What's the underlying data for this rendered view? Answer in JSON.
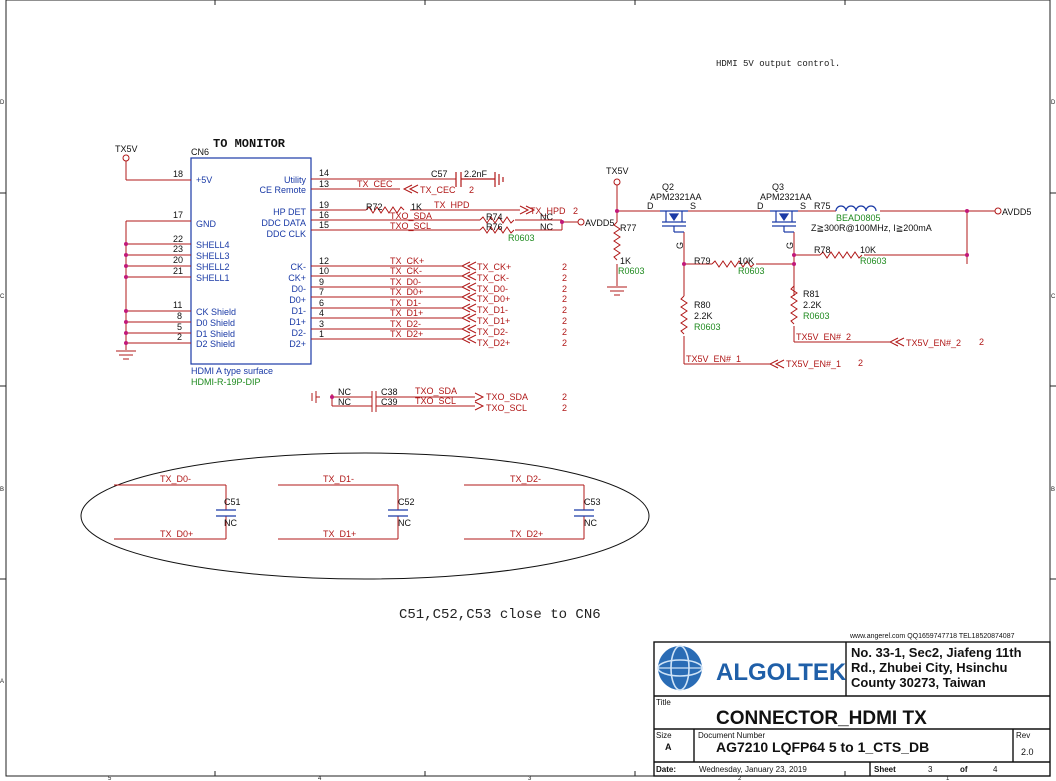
{
  "notes": {
    "power_control": "HDMI 5V output control.",
    "caps_placement": "C51,C52,C53 close to CN6"
  },
  "border": {
    "numbers": [
      "5",
      "4",
      "3",
      "2",
      "1"
    ],
    "letters": [
      "D",
      "C",
      "B",
      "A"
    ]
  },
  "power": {
    "tx5v_left": "TX5V",
    "tx5v_right": "TX5V",
    "avdd5_mid": "AVDD5",
    "avdd5_out": "AVDD5"
  },
  "connector": {
    "title": "TO MONITOR",
    "ref": "CN6",
    "surface": "HDMI A type surface",
    "part": "HDMI-R-19P-DIP",
    "left_pins": [
      {
        "num": "18",
        "label": "+5V"
      },
      {
        "num": "17",
        "label": "GND"
      },
      {
        "num": "22",
        "label": "SHELL4"
      },
      {
        "num": "23",
        "label": "SHELL3"
      },
      {
        "num": "20",
        "label": "SHELL2"
      },
      {
        "num": "21",
        "label": "SHELL1"
      },
      {
        "num": "11",
        "label": "CK Shield"
      },
      {
        "num": "8",
        "label": "D0 Shield"
      },
      {
        "num": "5",
        "label": "D1 Shield"
      },
      {
        "num": "2",
        "label": "D2 Shield"
      }
    ],
    "right_pins": [
      {
        "num": "14",
        "label": "Utility"
      },
      {
        "num": "13",
        "label": "CE Remote"
      },
      {
        "num": "19",
        "label": "HP DET"
      },
      {
        "num": "16",
        "label": "DDC DATA"
      },
      {
        "num": "15",
        "label": "DDC CLK"
      },
      {
        "num": "12",
        "label": "CK-"
      },
      {
        "num": "10",
        "label": "CK+"
      },
      {
        "num": "9",
        "label": "D0-"
      },
      {
        "num": "7",
        "label": "D0+"
      },
      {
        "num": "6",
        "label": "D1-"
      },
      {
        "num": "4",
        "label": "D1+"
      },
      {
        "num": "3",
        "label": "D2-"
      },
      {
        "num": "1",
        "label": "D2+"
      }
    ]
  },
  "nets": {
    "tx_cec": "TX_CEC",
    "tx_hpd": "TX_HPD",
    "txo_sda": "TXO_SDA",
    "txo_scl": "TXO_SCL",
    "diff": [
      "TX_CK+",
      "TX_CK-",
      "TX_D0-",
      "TX_D0+",
      "TX_D1-",
      "TX_D1+",
      "TX_D2-",
      "TX_D2+"
    ],
    "sheet_ref": "2"
  },
  "components": {
    "c57": {
      "ref": "C57",
      "value": "2.2nF"
    },
    "r72": {
      "ref": "R72",
      "value": "1K"
    },
    "r74": {
      "ref": "R74",
      "value": "NC"
    },
    "r76": {
      "ref": "R76",
      "value": "NC",
      "footprint": "R0603"
    },
    "r77": {
      "ref": "R77",
      "value": "1K",
      "footprint": "R0603"
    },
    "q2": {
      "ref": "Q2",
      "part": "APM2321AA"
    },
    "q3": {
      "ref": "Q3",
      "part": "APM2321AA"
    },
    "fet_pins": {
      "d": "D",
      "s": "S",
      "g": "G"
    },
    "r75": {
      "ref": "R75",
      "part": "BEAD0805",
      "spec": "Z≧300R@100MHz, I≧200mA"
    },
    "r79": {
      "ref": "R79",
      "value": "10K",
      "footprint": "R0603"
    },
    "r78": {
      "ref": "R78",
      "value": "10K",
      "footprint": "R0603"
    },
    "r80": {
      "ref": "R80",
      "value": "2.2K",
      "footprint": "R0603"
    },
    "r81": {
      "ref": "R81",
      "value": "2.2K",
      "footprint": "R0603"
    },
    "en1": "TX5V_EN#_1",
    "en2": "TX5V_EN#_2",
    "c38": {
      "ref": "C38",
      "value": "NC"
    },
    "c39": {
      "ref": "C39",
      "value": "NC"
    },
    "c51": {
      "ref": "C51",
      "value": "NC",
      "net_top": "TX_D0-",
      "net_bot": "TX_D0+"
    },
    "c52": {
      "ref": "C52",
      "value": "NC",
      "net_top": "TX_D1-",
      "net_bot": "TX_D1+"
    },
    "c53": {
      "ref": "C53",
      "value": "NC",
      "net_top": "TX_D2-",
      "net_bot": "TX_D2+"
    }
  },
  "title_block": {
    "website": "www.angerel.com  QQ1659747718 TEL18520874087",
    "company": "ALGOLTEK",
    "address_lines": [
      "No. 33-1, Sec2, Jiafeng 11th",
      "Rd., Zhubei City, Hsinchu",
      "County 30273, Taiwan"
    ],
    "title_label": "Title",
    "title": "CONNECTOR_HDMI TX",
    "size_label": "Size",
    "size": "A",
    "docnum_label": "Document Number",
    "docnum": "AG7210 LQFP64 5 to 1_CTS_DB",
    "rev_label": "Rev",
    "rev": "2.0",
    "date_label": "Date:",
    "date": "Wednesday, January 23, 2019",
    "sheet_label": "Sheet",
    "sheet": "3",
    "of_label": "of",
    "total": "4"
  }
}
